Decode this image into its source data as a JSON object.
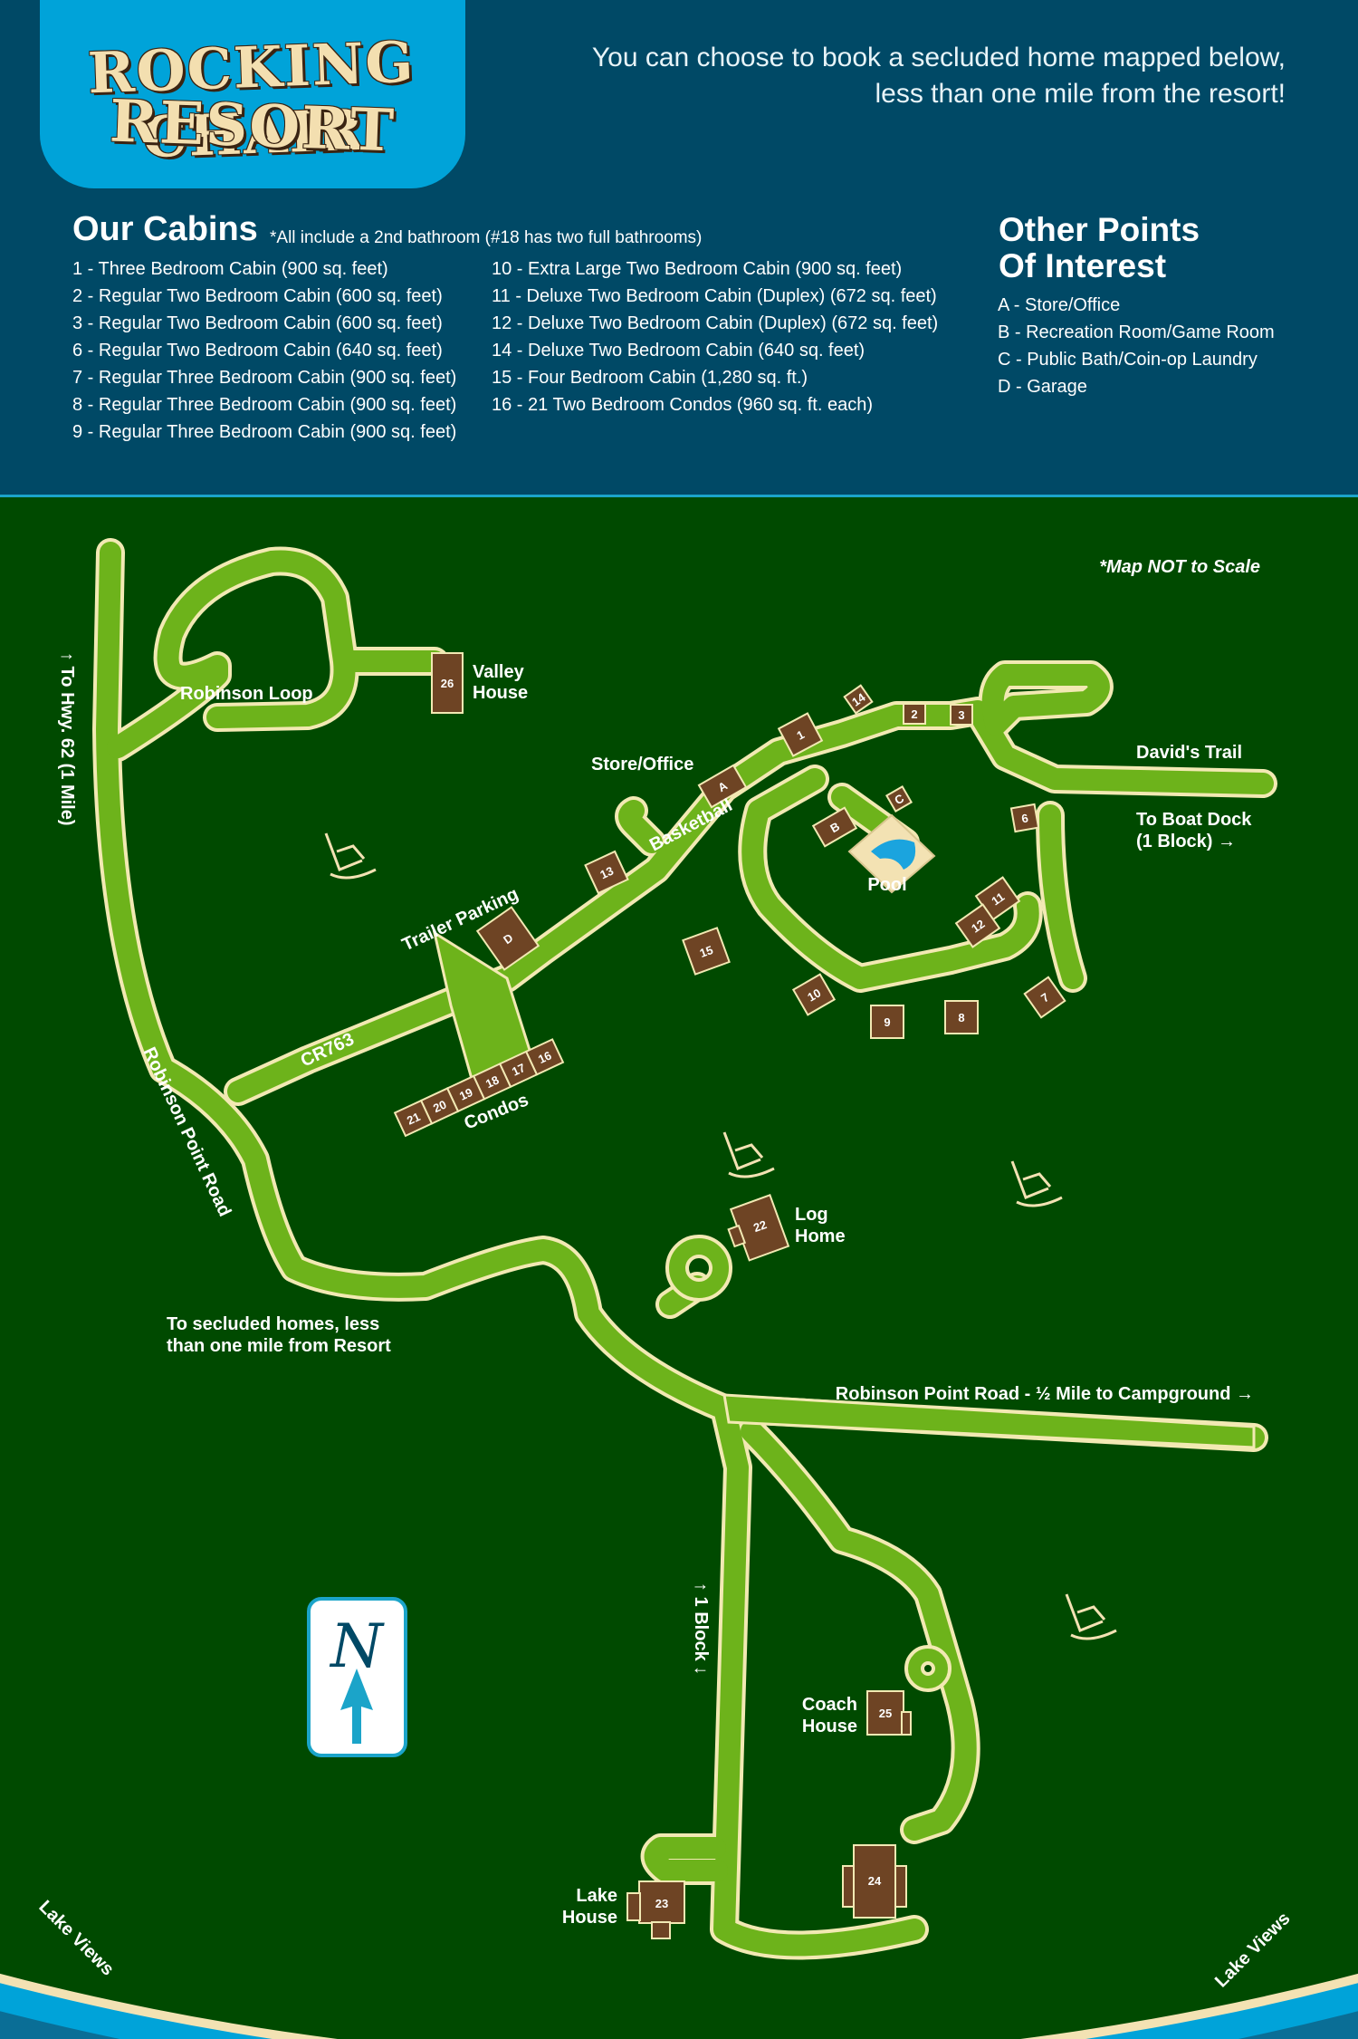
{
  "logo": {
    "line1": "ROCKING CHAIR",
    "line2": "RESORT"
  },
  "tagline": {
    "line1": "You can choose to book a secluded home mapped below,",
    "line2": "less than one mile from the resort!"
  },
  "cabins": {
    "title": "Our Cabins",
    "note": "*All include a 2nd bathroom (#18 has two full bathrooms)",
    "col1": [
      "1 - Three Bedroom Cabin (900 sq. feet)",
      "2 - Regular Two Bedroom Cabin (600 sq. feet)",
      "3 - Regular Two Bedroom Cabin (600 sq. feet)",
      "6 - Regular Two Bedroom Cabin (640 sq. feet)",
      "7 - Regular Three Bedroom Cabin (900 sq. feet)",
      "8 - Regular Three Bedroom Cabin (900 sq. feet)",
      "9 - Regular Three Bedroom Cabin (900 sq. feet)"
    ],
    "col2": [
      "10 - Extra Large Two Bedroom Cabin (900 sq. feet)",
      "11 - Deluxe Two Bedroom Cabin (Duplex) (672 sq. feet)",
      "12 - Deluxe Two Bedroom Cabin (Duplex) (672 sq. feet)",
      "14 - Deluxe Two Bedroom Cabin (640 sq. feet)",
      "15 - Four Bedroom Cabin (1,280 sq. ft.)",
      "16 - 21 Two Bedroom Condos (960 sq. ft. each)"
    ]
  },
  "poi": {
    "title_line1": "Other Points",
    "title_line2": "Of Interest",
    "items": [
      "A - Store/Office",
      "B - Recreation Room/Game Room",
      "C - Public Bath/Coin-op Laundry",
      "D - Garage"
    ]
  },
  "map": {
    "scale_note": "*Map NOT to Scale",
    "labels": {
      "to_hwy": "↑  To Hwy. 62 (1 Mile)",
      "robinson_loop": "Robinson Loop",
      "valley_house_1": "Valley",
      "valley_house_2": "House",
      "store_office": "Store/Office",
      "basketball": "Basketball",
      "davids_trail": "David's Trail",
      "to_boat_dock_1": "To Boat Dock",
      "to_boat_dock_2": "(1 Block)  →",
      "pool": "Pool",
      "trailer_parking": "Trailer Parking",
      "cr763": "CR763",
      "condos": "Condos",
      "robinson_point_road": "Robinson Point Road",
      "log_home_1": "Log",
      "log_home_2": "Home",
      "secluded_1": "To secluded homes, less",
      "secluded_2": "than one mile from Resort",
      "to_campground": "Robinson Point Road  -  ½ Mile to Campground  →",
      "one_block": "↑  1 Block  ↓",
      "coach_house_1": "Coach",
      "coach_house_2": "House",
      "lake_house_1": "Lake",
      "lake_house_2": "House",
      "lake_views_left": "Lake Views",
      "lake_views_right": "Lake Views",
      "compass": "N"
    },
    "buildings": [
      "26",
      "1",
      "14",
      "2",
      "3",
      "A",
      "C",
      "B",
      "6",
      "13",
      "D",
      "11",
      "12",
      "15",
      "10",
      "9",
      "8",
      "7",
      "16",
      "17",
      "18",
      "19",
      "20",
      "21",
      "22",
      "25",
      "24",
      "23"
    ]
  },
  "colors": {
    "header_bg": "#004966",
    "logo_bg": "#00a3d9",
    "map_bg": "#004a00",
    "road": "#6db31b",
    "road_edge": "#f2e9b3",
    "building": "#6e4424",
    "lake_dark": "#0a6e96",
    "lake_light": "#00a3d9",
    "shore": "#f3e2b3"
  }
}
